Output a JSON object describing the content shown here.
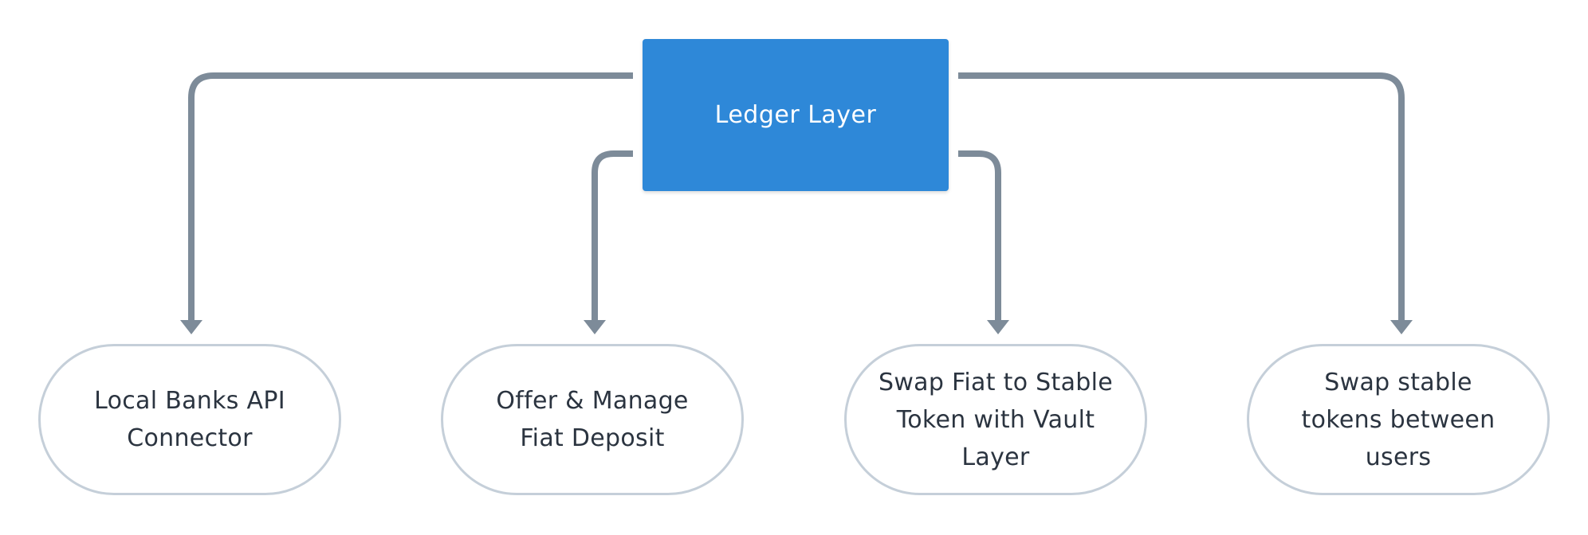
{
  "diagram": {
    "root": {
      "label": "Ledger Layer"
    },
    "children": [
      {
        "label": "Local Banks API Connector"
      },
      {
        "label": "Offer & Manage Fiat Deposit"
      },
      {
        "label": "Swap Fiat to Stable Token with Vault Layer"
      },
      {
        "label": "Swap stable tokens between users"
      }
    ]
  },
  "colors": {
    "root_fill": "#2e88d8",
    "connector": "#7d8b99",
    "leaf_border": "#c5cfd9",
    "leaf_text": "#2b3440"
  }
}
